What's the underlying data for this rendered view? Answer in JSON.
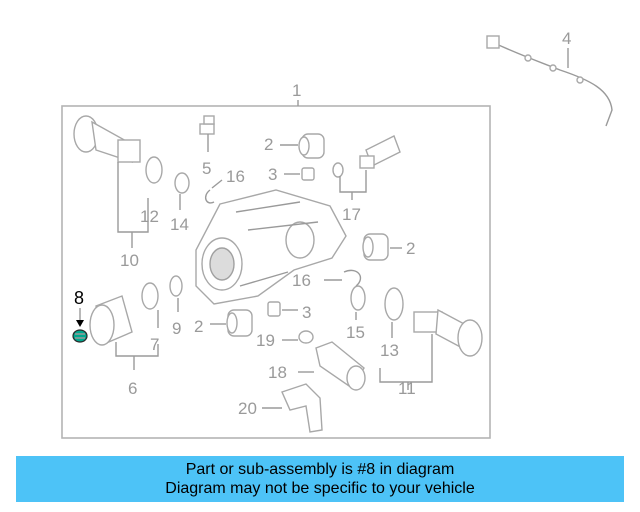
{
  "diagram": {
    "callouts": {
      "c1": "1",
      "c2a": "2",
      "c2b": "2",
      "c2c": "2",
      "c3a": "3",
      "c3b": "3",
      "c4": "4",
      "c5": "5",
      "c6": "6",
      "c7": "7",
      "c8": "8",
      "c9": "9",
      "c10": "10",
      "c11": "11",
      "c12": "12",
      "c13": "13",
      "c14": "14",
      "c15": "15",
      "c16a": "16",
      "c16b": "16",
      "c17": "17",
      "c18": "18",
      "c19": "19",
      "c20": "20"
    },
    "highlight_color": "#00a88f"
  },
  "banner": {
    "line1": "Part or sub-assembly is #8 in diagram",
    "line2": "Diagram may not be specific to your vehicle",
    "background": "#4dc3f7"
  }
}
